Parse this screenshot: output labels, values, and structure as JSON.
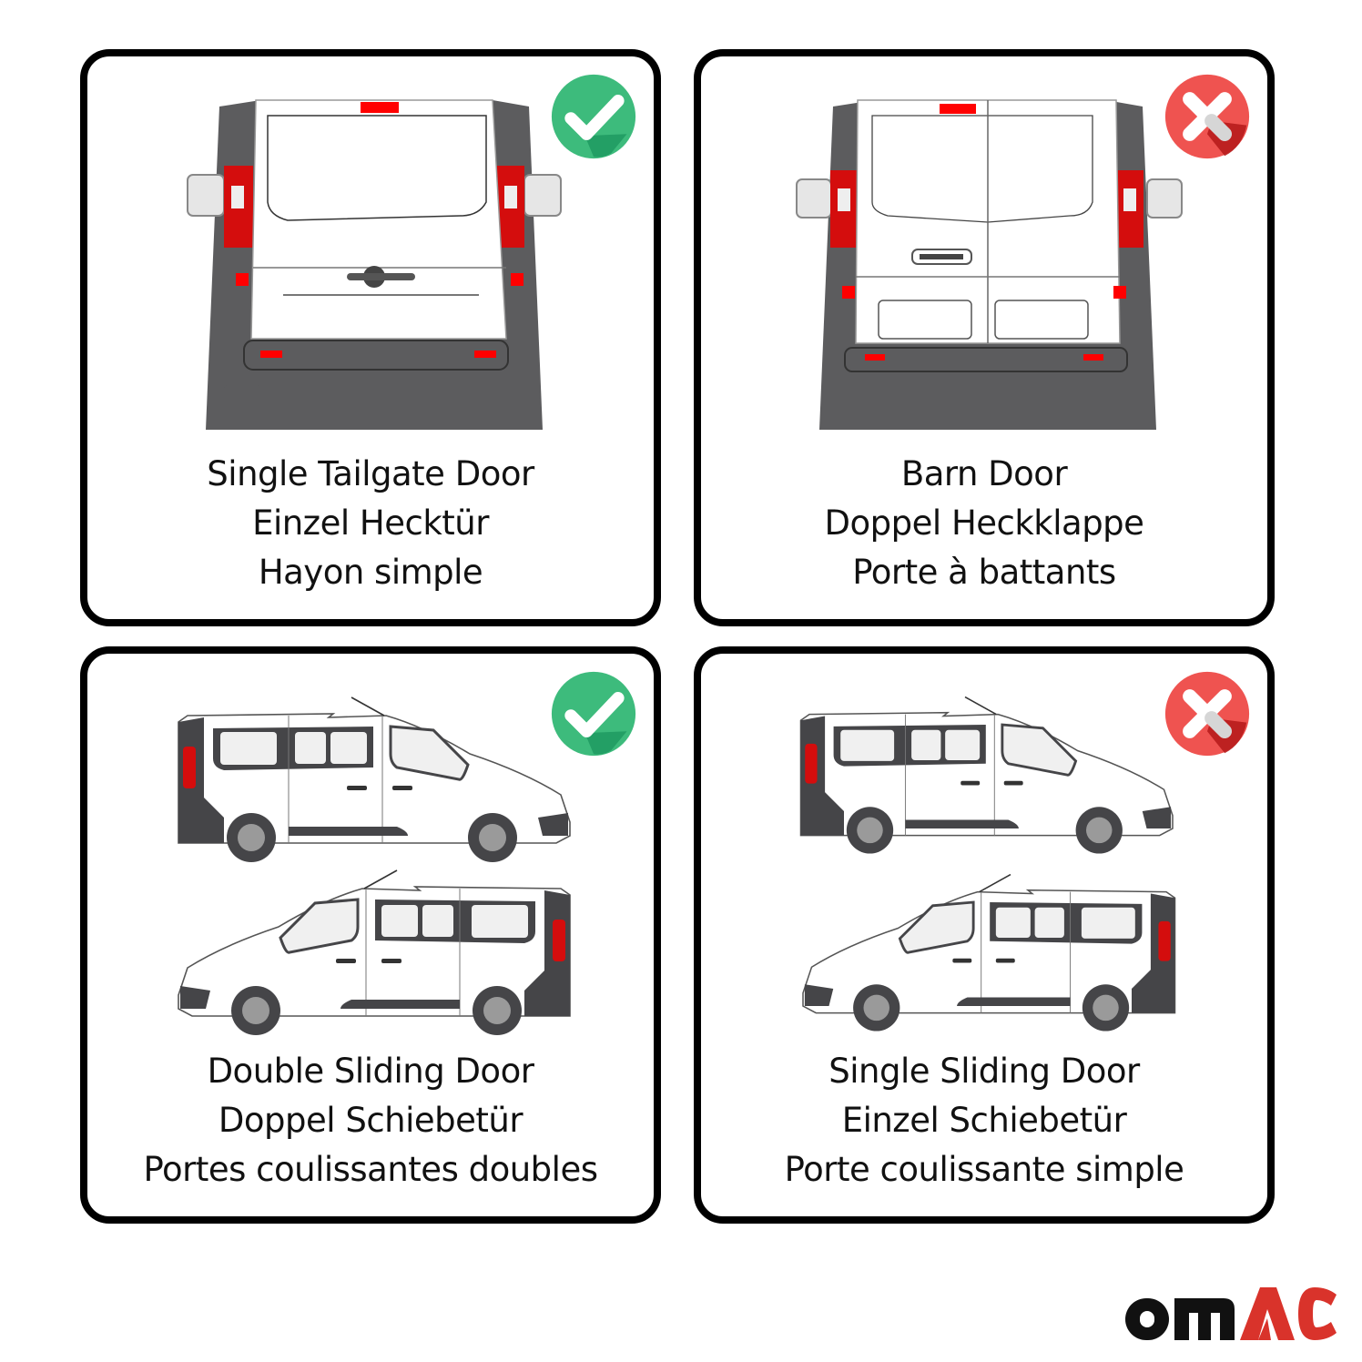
{
  "cards": [
    {
      "id": "single-tailgate",
      "status": "compatible",
      "status_icon": "check-circle-icon",
      "status_color": "#3dbb7c",
      "view": "rear",
      "lines": [
        "Single Tailgate Door",
        "Einzel Hecktür",
        "Hayon simple"
      ]
    },
    {
      "id": "barn-door",
      "status": "not-compatible",
      "status_icon": "x-circle-icon",
      "status_color": "#ef5350",
      "view": "rear",
      "lines": [
        "Barn Door",
        "Doppel Heckklappe",
        "Porte à battants"
      ]
    },
    {
      "id": "double-sliding",
      "status": "compatible",
      "status_icon": "check-circle-icon",
      "status_color": "#3dbb7c",
      "view": "side",
      "lines": [
        "Double Sliding Door",
        "Doppel Schiebetür",
        "Portes coulissantes doubles"
      ]
    },
    {
      "id": "single-sliding",
      "status": "not-compatible",
      "status_icon": "x-circle-icon",
      "status_color": "#ef5350",
      "view": "side",
      "lines": [
        "Single Sliding Door",
        "Einzel Schiebetür",
        "Porte coulissante simple"
      ]
    }
  ],
  "brand": {
    "logo_text_dark": "om",
    "logo_text_accent": "AC",
    "dark_color": "#111111",
    "accent_color": "#d9332b"
  },
  "colors": {
    "van_body": "#ffffff",
    "van_trim": "#5c5c5e",
    "lamp_red": "#e01010",
    "border": "#000000"
  }
}
